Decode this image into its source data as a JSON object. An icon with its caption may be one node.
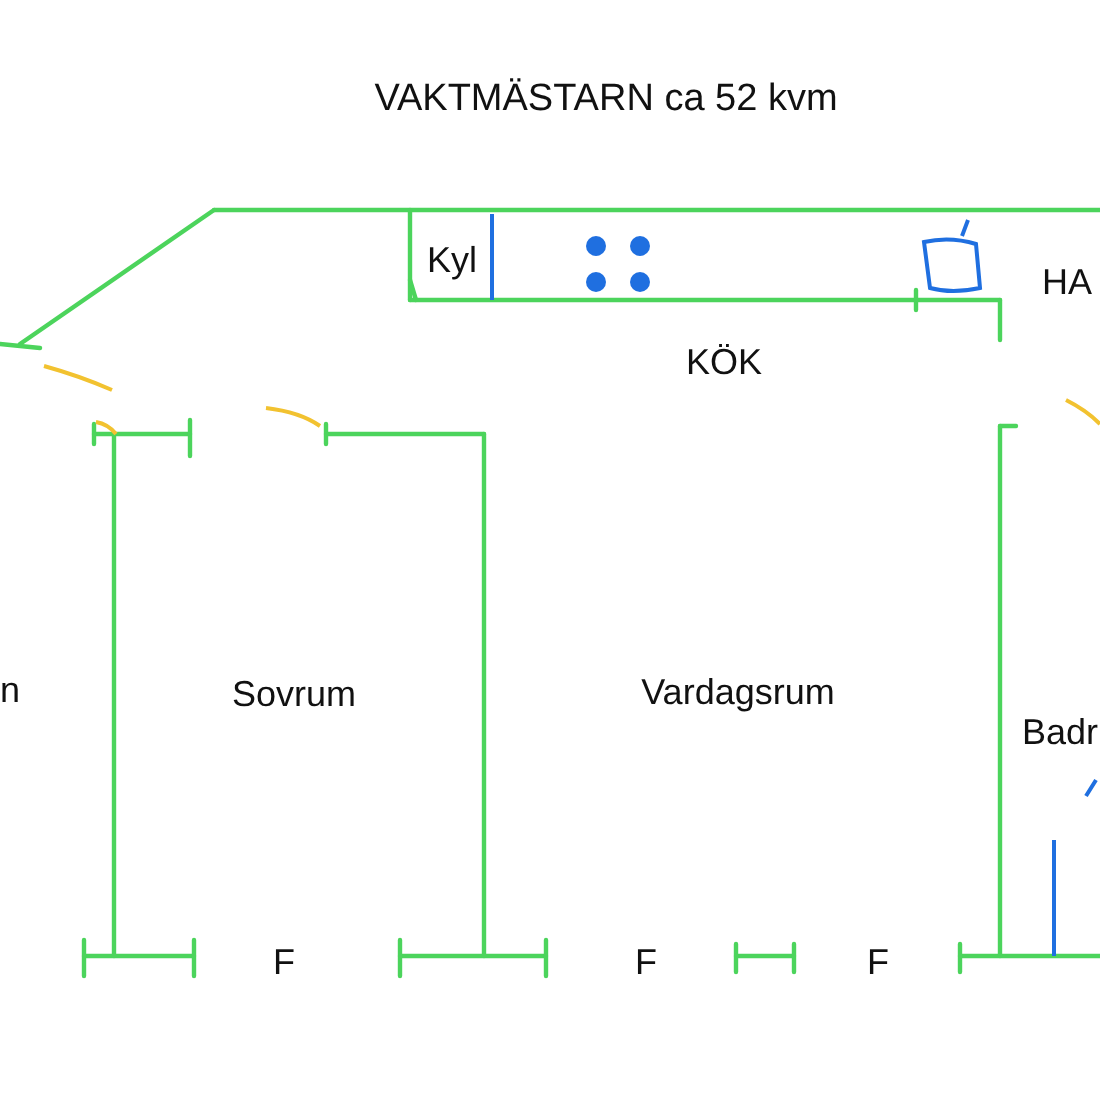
{
  "diagram": {
    "title": "VAKTMÄSTARN ca 52 kvm",
    "labels": [
      "Kyl",
      "HA",
      "KÖK",
      "n",
      "Sovrum",
      "Vardagsrum",
      "Badr",
      "F",
      "F",
      "F"
    ]
  }
}
